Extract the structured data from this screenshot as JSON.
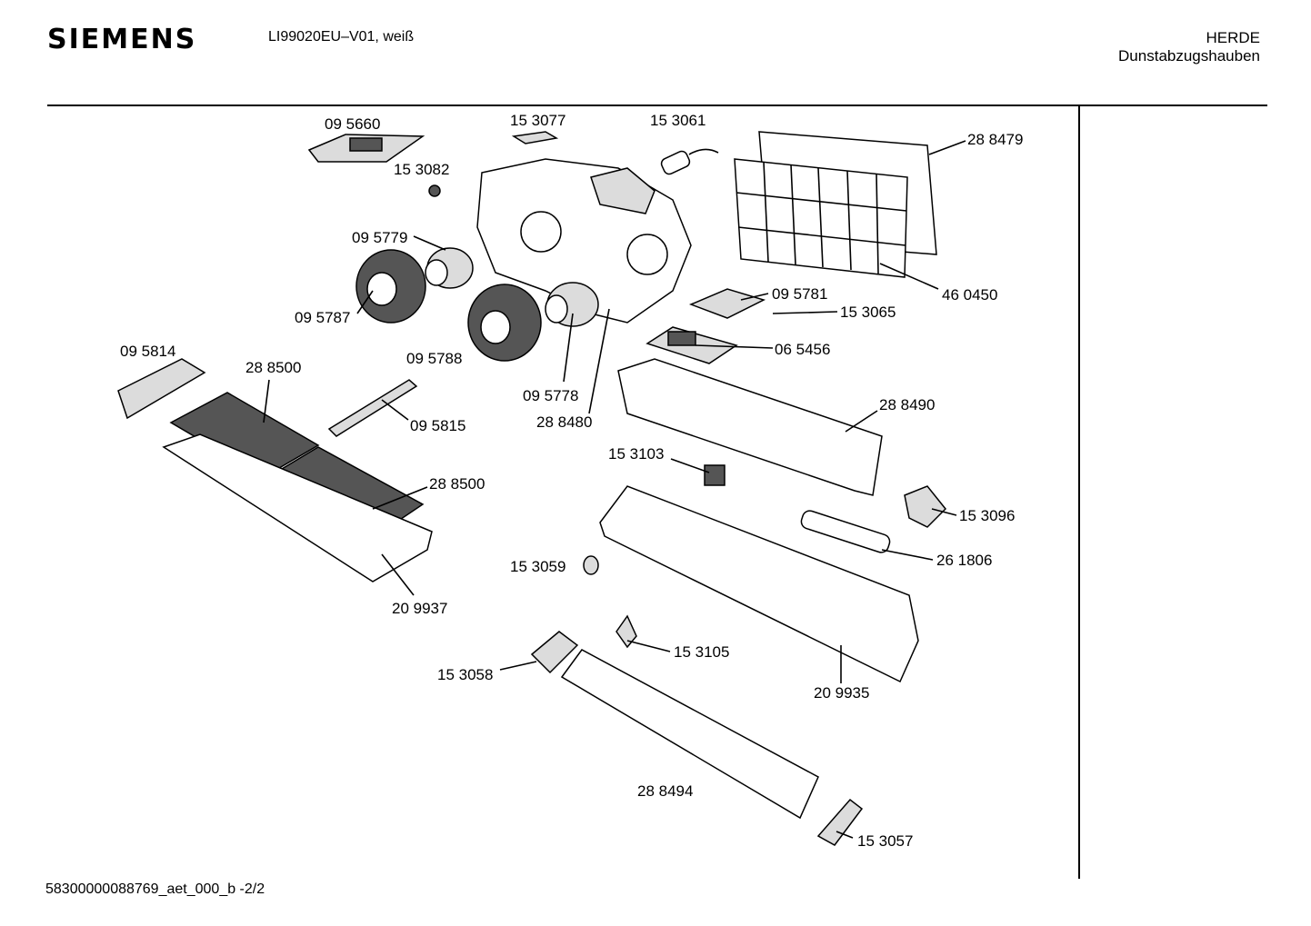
{
  "header": {
    "brand": "SIEMENS",
    "model": "LI99020EU–V01, weiß",
    "category": "HERDE",
    "subcategory": "Dunstabzugshauben"
  },
  "footer": {
    "doc_id": "58300000088769_aet_000_b  -2/2"
  },
  "parts": [
    "09 5660",
    "15 3077",
    "15 3061",
    "28 8479",
    "15 3082",
    "09 5779",
    "09 5787",
    "09 5788",
    "09 5781",
    "15 3065",
    "46 0450",
    "06 5456",
    "09 5814",
    "28 8500",
    "09 5815",
    "09 5778",
    "28 8480",
    "28 8490",
    "15 3103",
    "28 8500",
    "15 3096",
    "26 1806",
    "15 3059",
    "20 9937",
    "15 3105",
    "15 3058",
    "20 9935",
    "28 8494",
    "15 3057"
  ]
}
